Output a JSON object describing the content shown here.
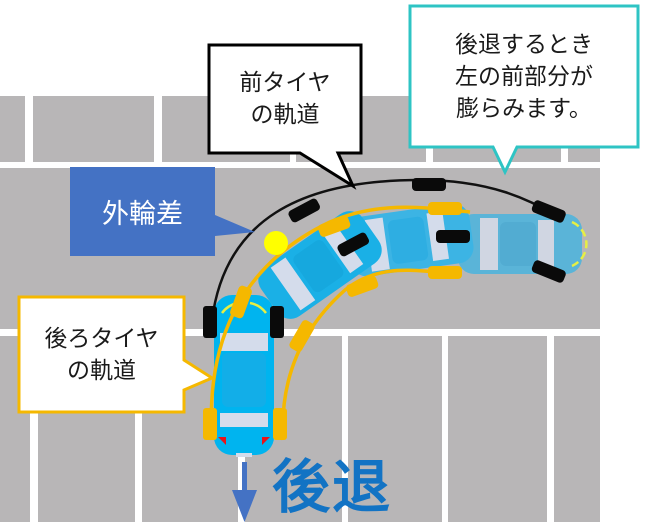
{
  "diagram": {
    "title": "外輪差",
    "callouts": {
      "front_tire_path": {
        "lines": [
          "前タイヤ",
          "の軌道"
        ],
        "border_color": "#000000"
      },
      "front_left_bulge": {
        "lines": [
          "後退するとき",
          "左の前部分が",
          "膨らみます。"
        ],
        "border_color": "#2ec4c4"
      },
      "rear_tire_path": {
        "lines": [
          "後ろタイヤ",
          "の軌道"
        ],
        "border_color": "#f5b800"
      },
      "outer_wheel_difference": {
        "label": "外輪差",
        "fill_color": "#4472c4"
      }
    },
    "direction": {
      "label": "後退",
      "arrow": "down-arrow-icon",
      "color": "#1273c4"
    },
    "colors": {
      "asphalt": "#b8b6b7",
      "parking_line": "#ffffff",
      "car_body": "#1ab0e6",
      "front_tire_path": "#000000",
      "rear_tire_path": "#f5b800",
      "pivot_point": "#ffff00"
    }
  }
}
